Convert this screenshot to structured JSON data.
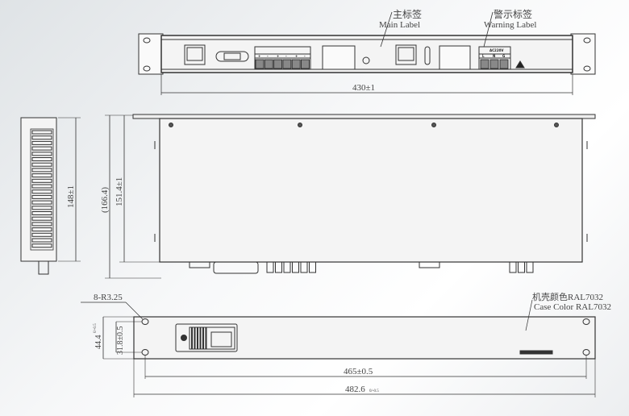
{
  "front_panel": {
    "main_label_cn": "主标签",
    "main_label_en": "Main Label",
    "warning_label_cn": "警示标签",
    "warning_label_en": "Warning Label",
    "ac_input": "AC220V",
    "ac_terminals": [
      "L",
      "N",
      "G"
    ],
    "polarity": [
      "+",
      "-",
      "+",
      "-",
      "+",
      "-"
    ],
    "width_dim": "430±1"
  },
  "side_view": {
    "height_dim": "148±1",
    "overall_dim": "(166.4)",
    "body_dim": "151.4±1"
  },
  "rear_view": {
    "holes": "8-R3.25",
    "height_dim": "44.4",
    "height_tol": "0/-0.5",
    "hole_spacing": "31.8±0.5",
    "mount_dim": "465±0.5",
    "overall_width": "482.6",
    "overall_tol": "0/-0.5",
    "case_color_cn": "机壳颜色RAL7032",
    "case_color_en": "Case Color RAL7032"
  }
}
